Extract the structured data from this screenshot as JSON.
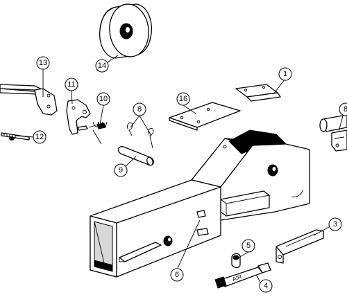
{
  "callouts": [
    {
      "id": "c1",
      "label": "1"
    },
    {
      "id": "c3",
      "label": "3"
    },
    {
      "id": "c4",
      "label": "4"
    },
    {
      "id": "c5",
      "label": "5"
    },
    {
      "id": "c6",
      "label": "6"
    },
    {
      "id": "c8",
      "label": "8"
    },
    {
      "id": "c8b",
      "label": "8"
    },
    {
      "id": "c9",
      "label": "9"
    },
    {
      "id": "c10",
      "label": "10"
    },
    {
      "id": "c11",
      "label": "11"
    },
    {
      "id": "c12",
      "label": "12"
    },
    {
      "id": "c13",
      "label": "13"
    },
    {
      "id": "c14",
      "label": "14"
    },
    {
      "id": "c16",
      "label": "16"
    }
  ],
  "part_markings": {
    "air_valve": "AIR"
  }
}
